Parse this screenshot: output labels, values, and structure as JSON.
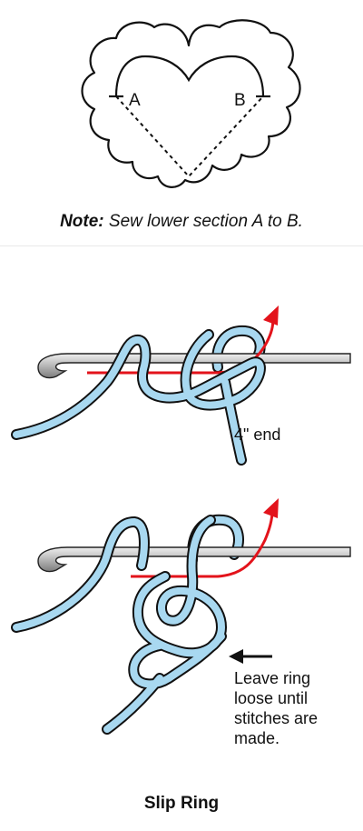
{
  "heart": {
    "label_a": "A",
    "label_b": "B",
    "note_bold": "Note:",
    "note_text": " Sew lower section A to B."
  },
  "step1": {
    "end_label": "4\" end"
  },
  "step2": {
    "leave_ring_lines": [
      "Leave ring",
      "loose until",
      "stitches are",
      "made."
    ]
  },
  "caption": "Slip Ring",
  "colors": {
    "yarn_fill": "#a8d8f0",
    "yarn_outline": "#1a1a1a",
    "hook_fill": "#bdbdbd",
    "arrow_red": "#e3131b"
  }
}
